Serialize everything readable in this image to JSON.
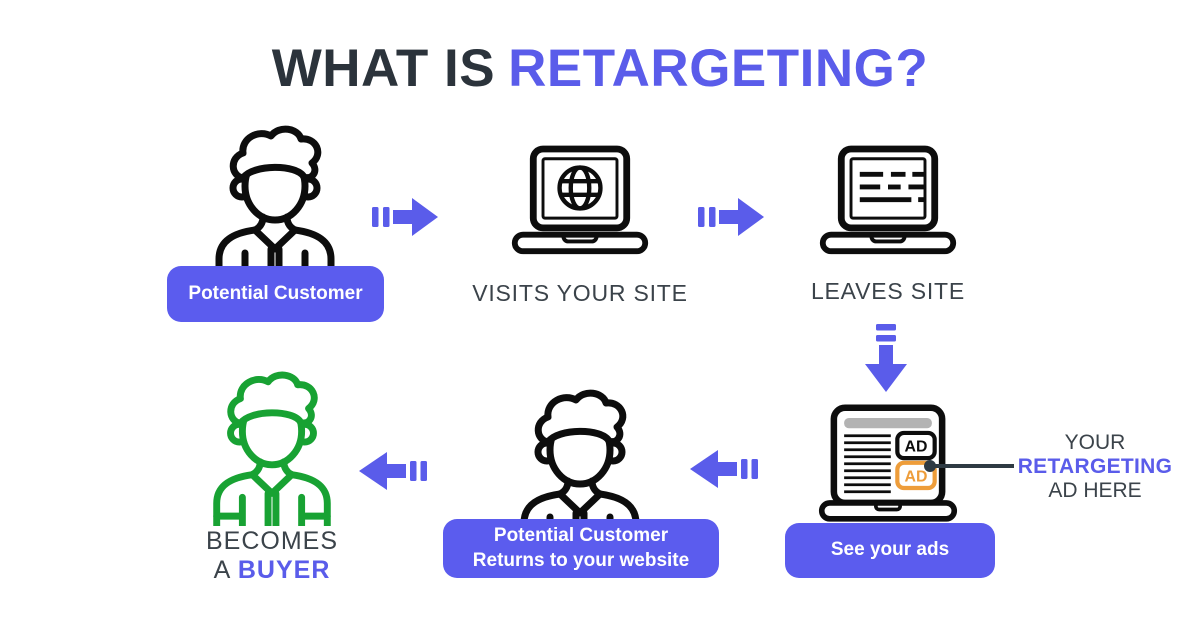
{
  "title": {
    "prefix": "WHAT IS",
    "accent": "RETARGETING?"
  },
  "steps": {
    "potential_customer": {
      "badge": "Potential Customer"
    },
    "visits_site": {
      "label": "VISITS YOUR SITE"
    },
    "leaves_site": {
      "label": "LEAVES SITE"
    },
    "see_ads": {
      "badge": "See your ads",
      "ad_top": "AD",
      "ad_bottom": "AD"
    },
    "returns": {
      "badge_line1": "Potential Customer",
      "badge_line2": "Returns to your website"
    },
    "buyer": {
      "line1": "BECOMES",
      "line2_prefix": "A",
      "line2_accent": "BUYER"
    }
  },
  "annotation": {
    "line1": "YOUR",
    "line2": "RETARGETING",
    "line3": "AD HERE"
  },
  "icons": {
    "person": "person-icon",
    "person_buyer": "person-buyer-icon",
    "laptop_globe": "laptop-globe-icon",
    "laptop_text": "laptop-text-lines-icon",
    "laptop_ads": "laptop-ads-icon",
    "arrow_right": "arrow-right-icon",
    "arrow_left": "arrow-left-icon",
    "arrow_down": "arrow-down-icon",
    "callout_connector": "callout-connector-line"
  },
  "colors": {
    "accent": "#5a5cea",
    "badge": "#5b5cee",
    "title_dark": "#2b333b",
    "label_dark": "#3b434a",
    "green": "#18a233",
    "orange": "#ee9d3a",
    "icon_black": "#0d0d0d",
    "connector": "#2e3a43",
    "screen_bar_gray": "#b3b3b3",
    "background": "#ffffff"
  }
}
